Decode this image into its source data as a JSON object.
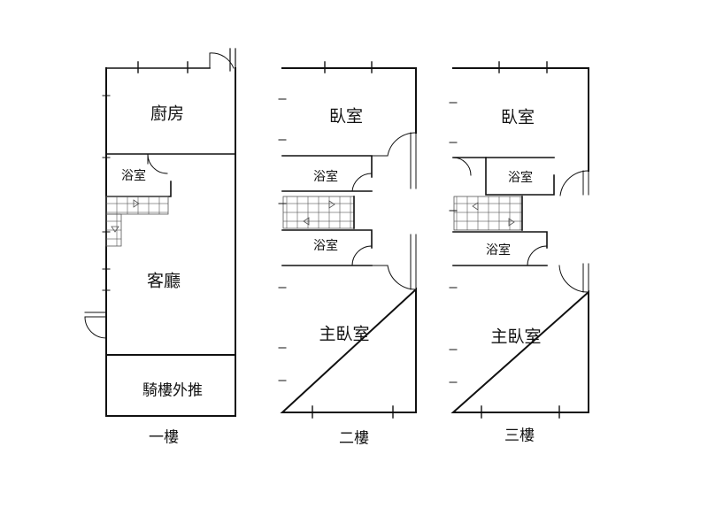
{
  "colors": {
    "wall": "#111111",
    "background": "#ffffff"
  },
  "floor1": {
    "caption": "一樓",
    "kitchen": "廚房",
    "bath": "浴室",
    "living": "客廳",
    "arcade": "騎樓外推"
  },
  "floor2": {
    "caption": "二樓",
    "bedroom": "臥室",
    "bath_upper": "浴室",
    "bath_lower": "浴室",
    "master": "主臥室"
  },
  "floor3": {
    "caption": "三樓",
    "bedroom": "臥室",
    "bath_upper": "浴室",
    "bath_lower": "浴室",
    "master": "主臥室"
  }
}
